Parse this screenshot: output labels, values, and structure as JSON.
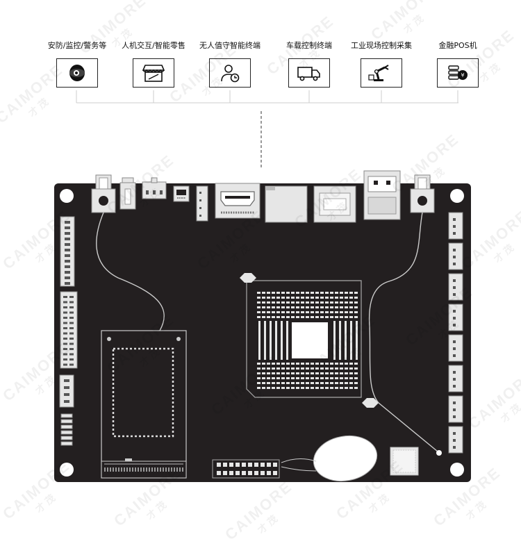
{
  "applications": [
    {
      "label": "安防/监控/警务等",
      "icon": "camera-icon"
    },
    {
      "label": "人机交互/智能零售",
      "icon": "storefront-icon"
    },
    {
      "label": "无人值守智能终端",
      "icon": "user-clock-icon"
    },
    {
      "label": "车载控制终端",
      "icon": "truck-icon"
    },
    {
      "label": "工业现场控制采集",
      "icon": "robot-arm-icon"
    },
    {
      "label": "金融POS机",
      "icon": "coins-icon"
    }
  ],
  "watermark": {
    "brand": "CAIMORE",
    "chinese": "才茂"
  },
  "colors": {
    "board": "#231f20",
    "line": "#cccccc",
    "port": "#e6e6e6",
    "ink": "#111111"
  }
}
